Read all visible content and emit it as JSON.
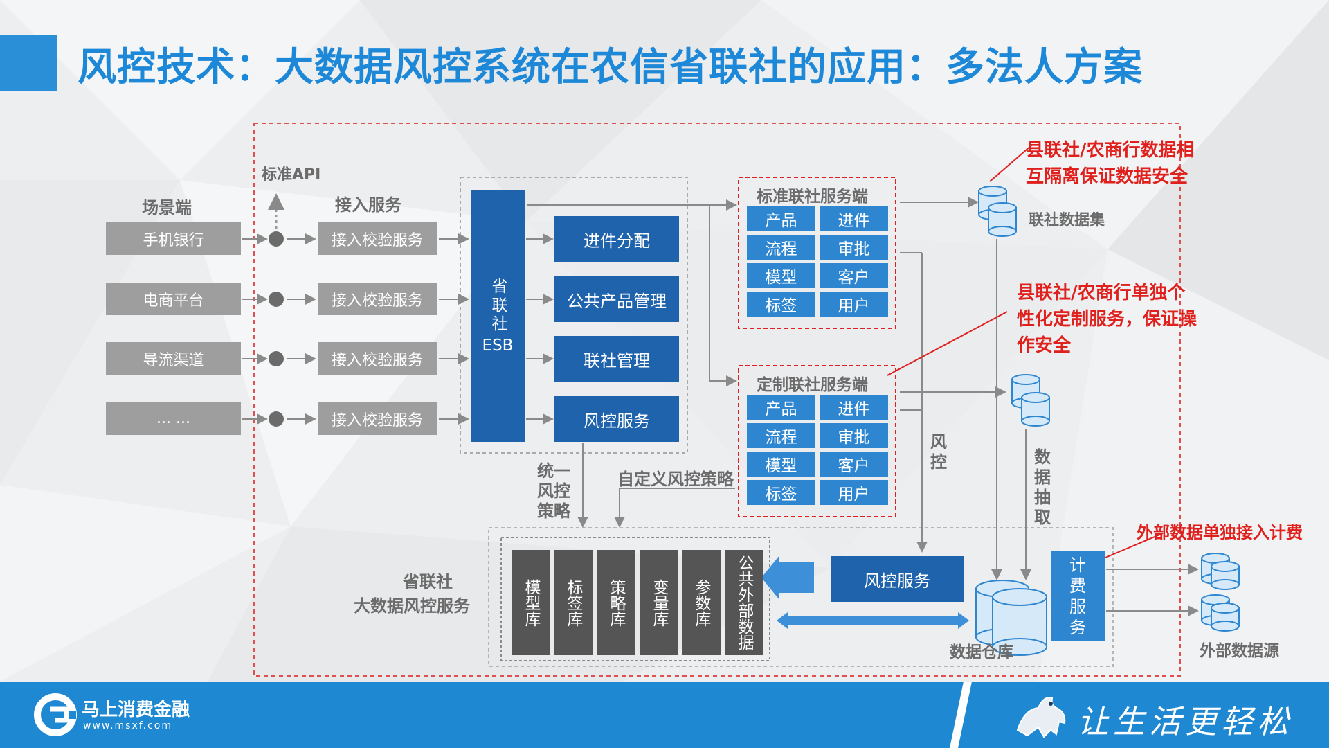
{
  "title": "风控技术：大数据风控系统在农信省联社的应用：多法人方案",
  "labels": {
    "scene_end": "场景端",
    "standard_api": "标准API",
    "access_service": "接入服务",
    "unified_strategy": "统一风控策略",
    "custom_strategy": "自定义风控策略",
    "risk_control_vertical": "风控",
    "data_extract": "数据抽取",
    "big_data_service_line1": "省联社",
    "big_data_service_line2": "大数据风控服务",
    "union_dataset": "联社数据集",
    "data_warehouse": "数据仓库",
    "external_source": "外部数据源"
  },
  "scene_items": [
    "手机银行",
    "电商平台",
    "导流渠道",
    "... ..."
  ],
  "access_items": [
    "接入校验服务",
    "接入校验服务",
    "接入校验服务",
    "接入校验服务"
  ],
  "esb": {
    "line1": "省联社",
    "line2": "ESB"
  },
  "esb_services": [
    "进件分配",
    "公共产品管理",
    "联社管理",
    "风控服务"
  ],
  "standard_panel": {
    "title": "标准联社服务端",
    "cells": [
      "产品",
      "进件",
      "流程",
      "审批",
      "模型",
      "客户",
      "标签",
      "用户"
    ]
  },
  "custom_panel": {
    "title": "定制联社服务端",
    "cells": [
      "产品",
      "进件",
      "流程",
      "审批",
      "模型",
      "客户",
      "标签",
      "用户"
    ]
  },
  "libraries": [
    "模型库",
    "标签库",
    "策略库",
    "变量库",
    "参数库",
    "公共外部数据"
  ],
  "risk_service_bottom": "风控服务",
  "billing_service": "计费服务",
  "annotations": {
    "isolation_l1": "县联社/农商行数据相",
    "isolation_l2": "互隔离保证数据安全",
    "custom_l1": "县联社/农商行单独个",
    "custom_l2": "性化定制服务，保证操",
    "custom_l3": "作安全",
    "external": "外部数据单独接入计费"
  },
  "footer": {
    "brand": "马上消费金融",
    "url": "www.msxf.com",
    "slogan": "让生活更轻松"
  },
  "colors": {
    "title_blue": "#1e88d8",
    "footer_blue": "#1f88d2",
    "dark_blue": "#1f63ad",
    "cell_blue": "#2e86d1",
    "annotation_red": "#e0201c"
  }
}
